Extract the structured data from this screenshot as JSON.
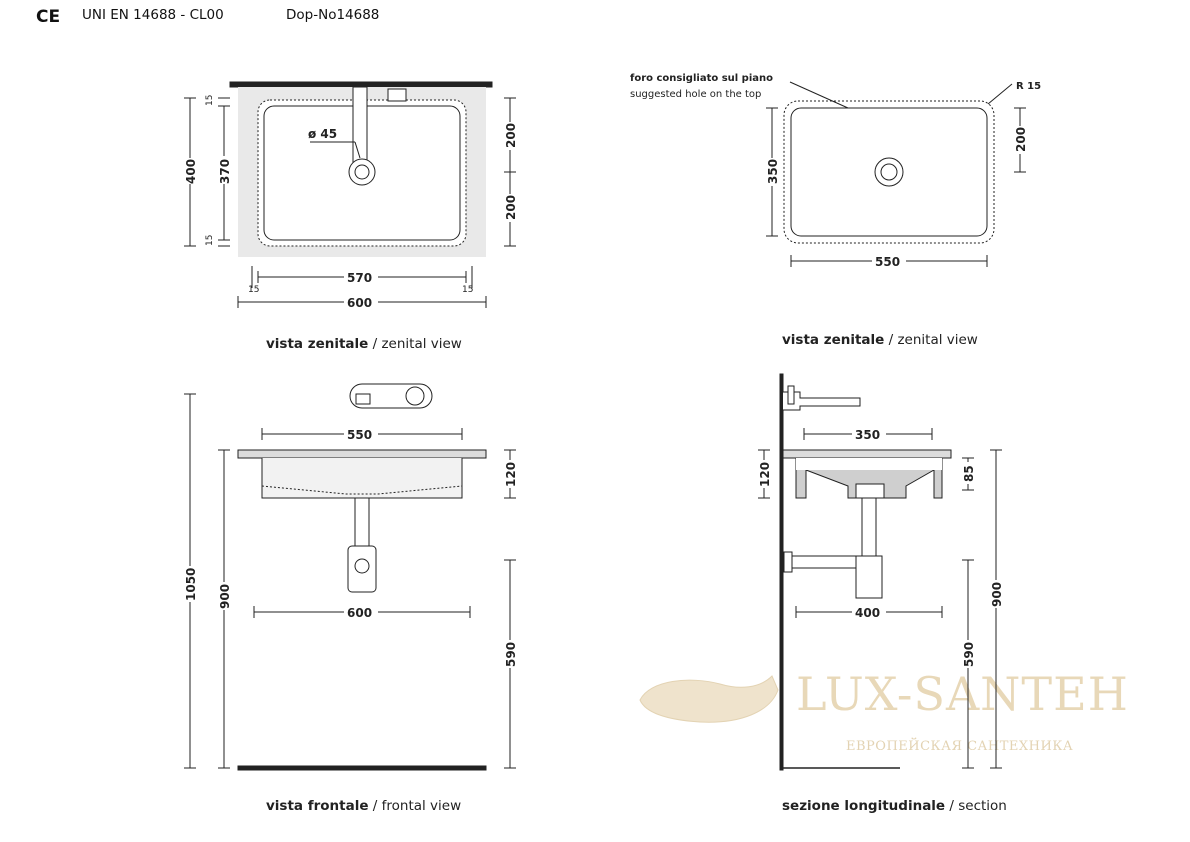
{
  "header": {
    "ce_mark": "CE",
    "standard": "UNI EN 14688 - CL00",
    "dop": "Dop-No14688"
  },
  "views": {
    "top_left": {
      "caption_bold": "vista zenitale",
      "caption_rest": " / zenital view",
      "dims": {
        "d400": "400",
        "d370": "370",
        "d15a": "15",
        "d15b": "15",
        "d200a": "200",
        "d200b": "200",
        "d570": "570",
        "d600": "600",
        "d15c": "15",
        "d15d": "15",
        "hole": "ø 45"
      }
    },
    "top_right": {
      "caption_bold": "vista zenitale",
      "caption_rest": " / zenital view",
      "note_bold": "foro consigliato sul piano",
      "note_rest": "suggested hole on the top",
      "radius": "R 15",
      "dims": {
        "d350": "350",
        "d200": "200",
        "d550": "550"
      }
    },
    "bottom_left": {
      "caption_bold": "vista frontale",
      "caption_rest": " / frontal view",
      "dims": {
        "d550": "550",
        "d120": "120",
        "d1050": "1050",
        "d900": "900",
        "d600": "600",
        "d590": "590"
      }
    },
    "bottom_right": {
      "caption_bold": "sezione longitudinale",
      "caption_rest": " / section",
      "dims": {
        "d350": "350",
        "d120": "120",
        "d85": "85",
        "d900": "900",
        "d400": "400",
        "d590": "590"
      }
    }
  },
  "watermark": {
    "brand": "LUX-SANTEH",
    "tagline": "ЕВРОПЕЙСКАЯ САНТЕХНИКА"
  }
}
